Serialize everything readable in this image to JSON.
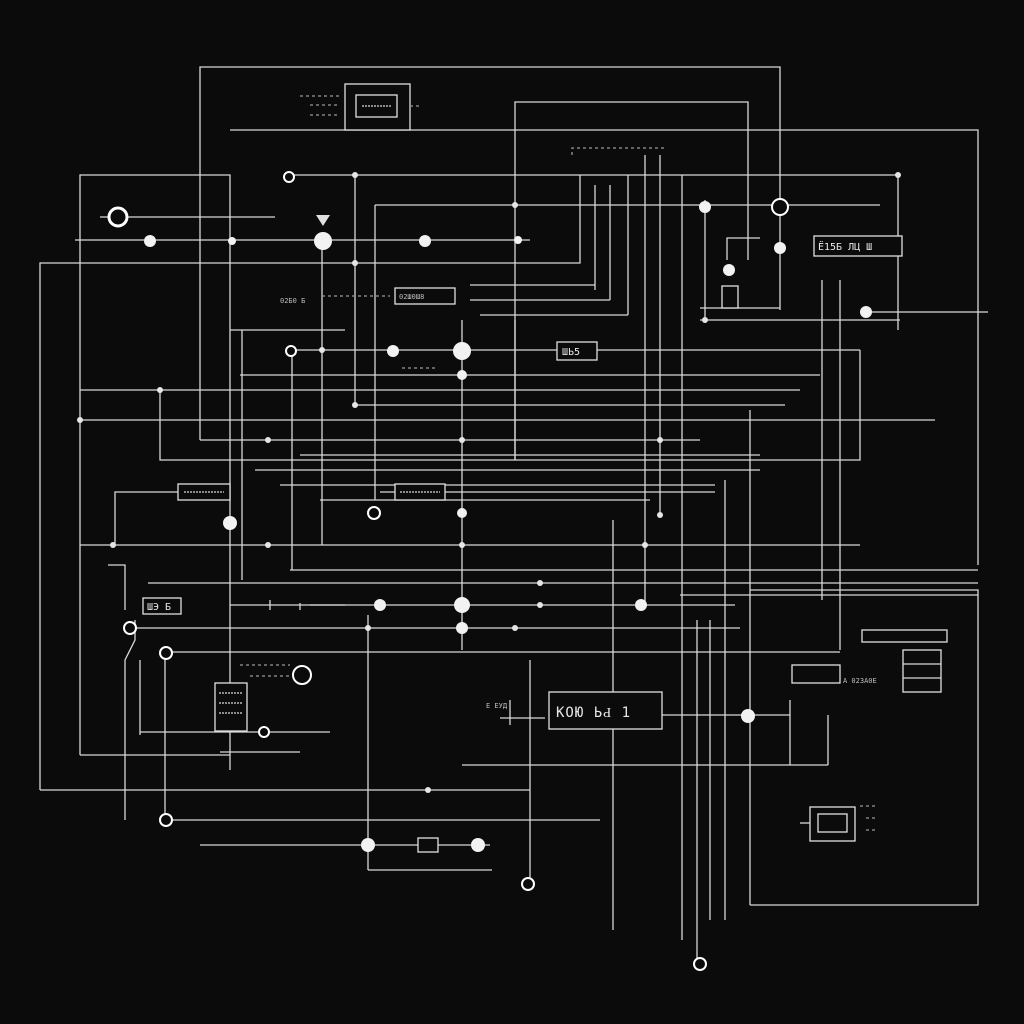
{
  "diagram": {
    "background_color": "#0b0b0b",
    "line_color": "#d8d8d8",
    "labels": {
      "box_main": "КОЮ  ЬԀ 1",
      "box_top_right": "Ё15Б  ЛЦ Ш",
      "box_mid_center": "ШЬ5",
      "box_left": "ШЭ Б",
      "box_top_mid": "02Ш0Ш8",
      "side_top_left": "02Б0 Б",
      "side_main": "Е ЕУД",
      "side_bottom_right": "А 02ЗА0Е"
    }
  }
}
